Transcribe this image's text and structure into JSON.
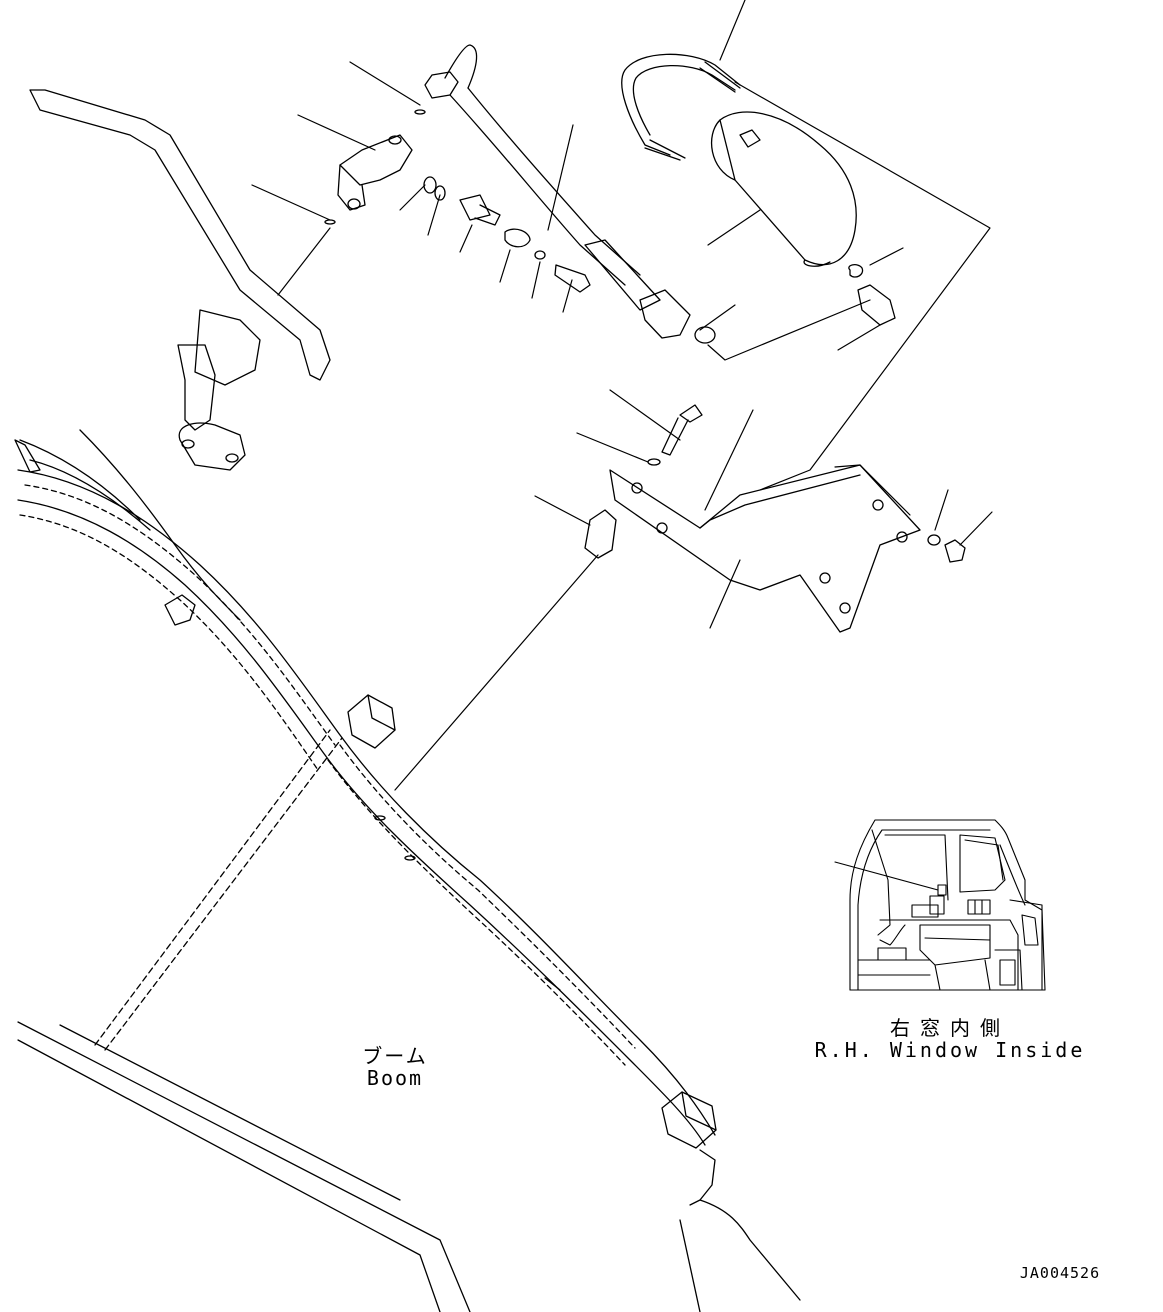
{
  "labels": {
    "boom_jp": "ブーム",
    "boom_en": "Boom",
    "window_jp": "右窓内側",
    "window_en": "R.H. Window Inside",
    "figure_id": "JA004526"
  },
  "colors": {
    "line": "#000000",
    "background": "#ffffff"
  }
}
